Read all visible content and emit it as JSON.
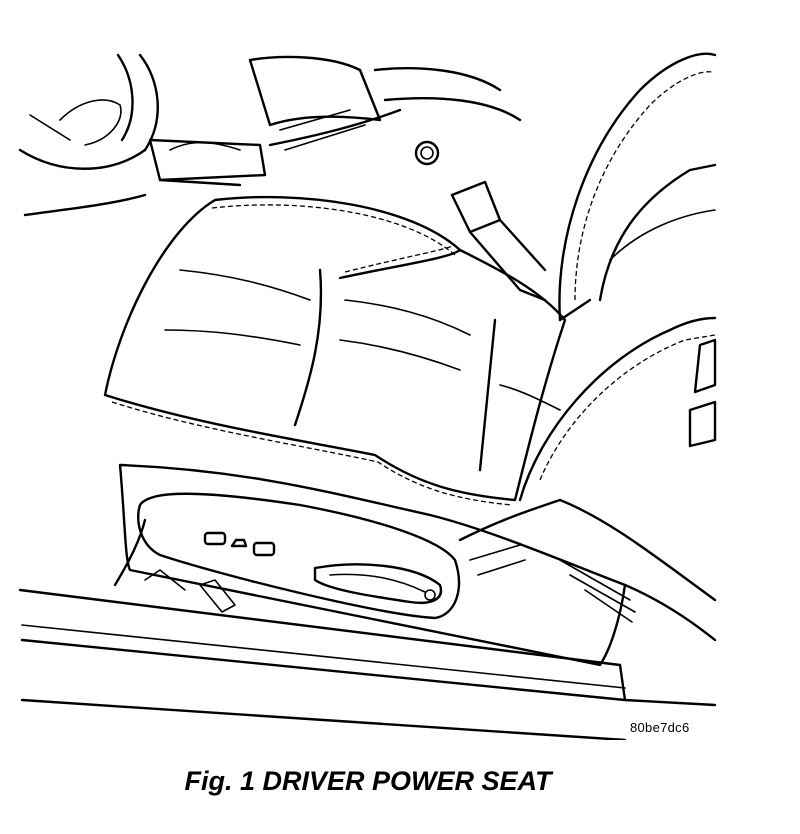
{
  "figure": {
    "code": "80be7dc6",
    "caption": "Fig. 1 DRIVER POWER SEAT"
  },
  "illustration": {
    "subject": "seat",
    "parts": [
      "seat-cushion",
      "seat-back",
      "power-seat-switches",
      "seat-side-shield",
      "seat-belt-buckle",
      "steering-wheel",
      "sill-plate"
    ]
  }
}
